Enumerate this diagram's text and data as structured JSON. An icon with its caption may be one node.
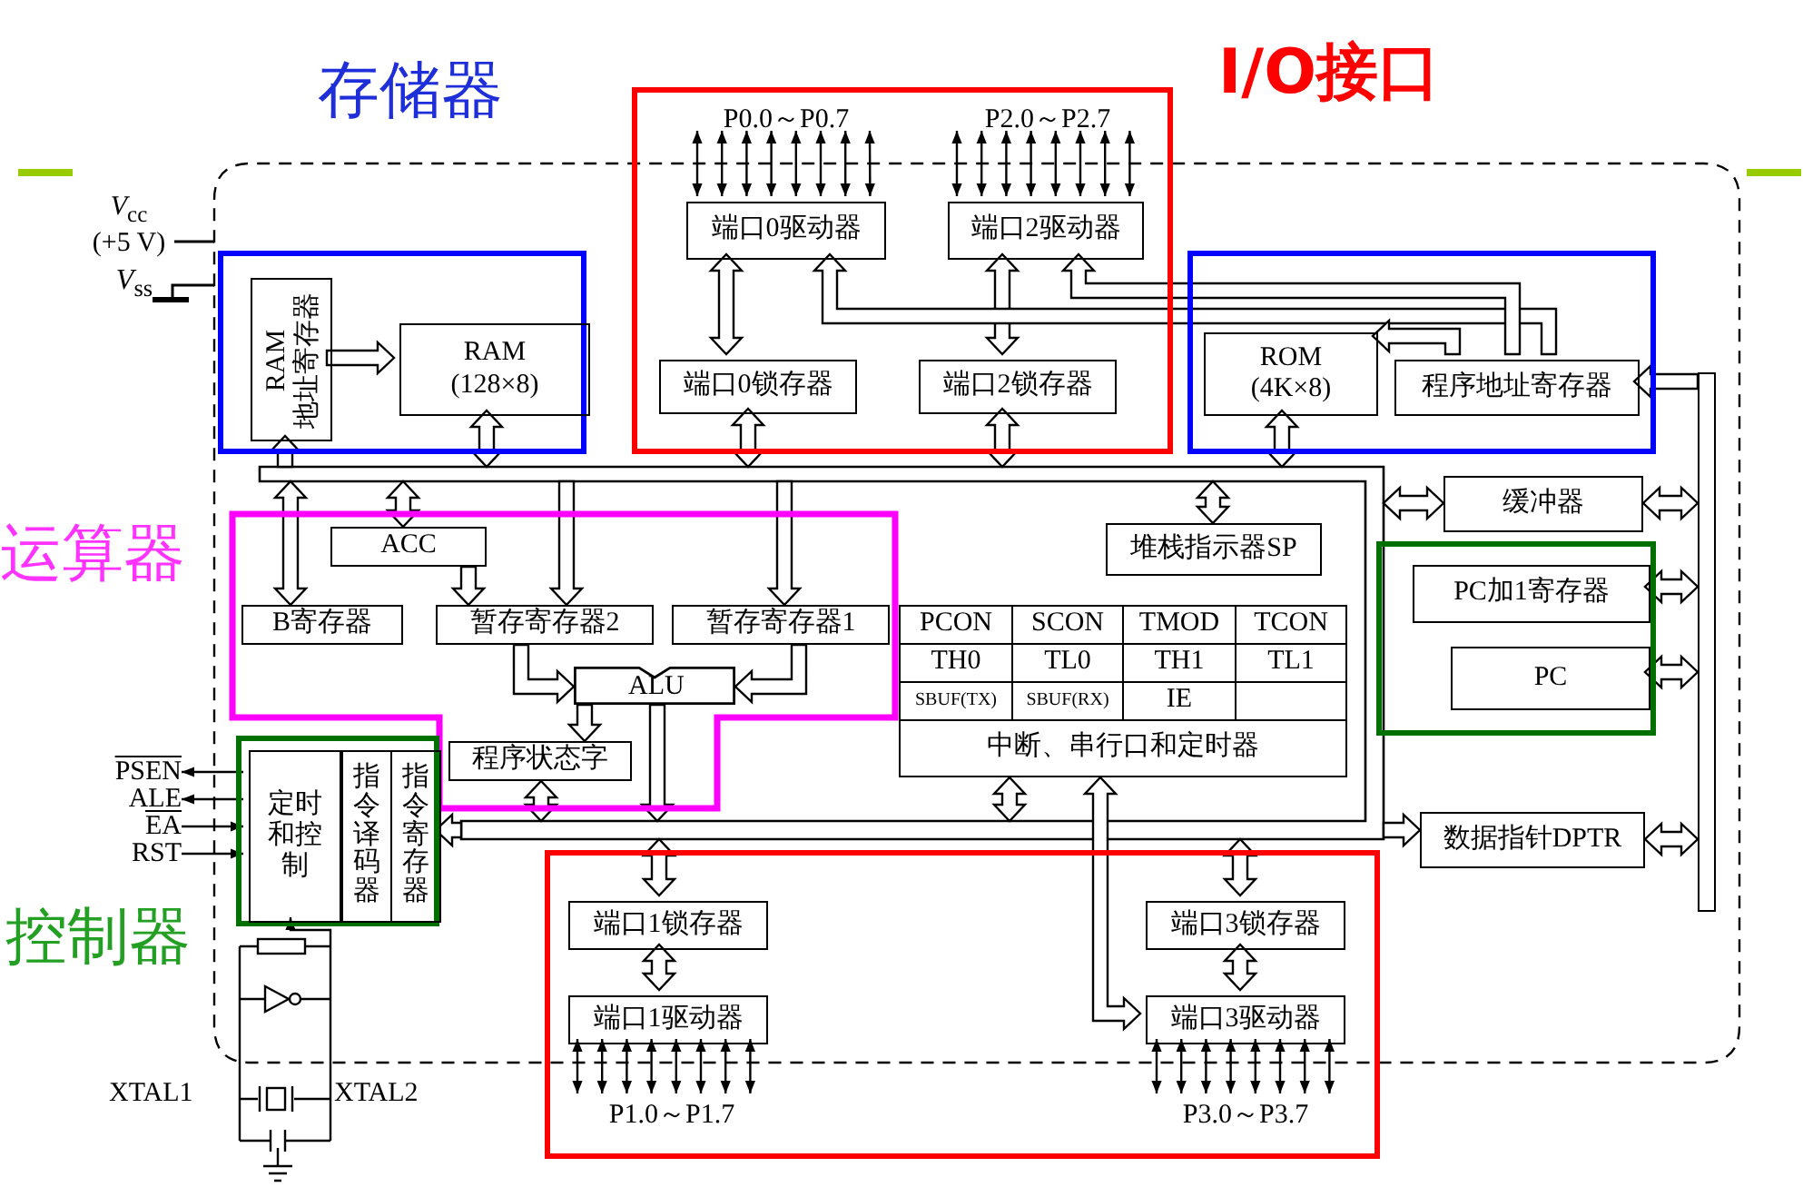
{
  "diagram": {
    "nodes": [
      {
        "text": [
          "存储器"
        ]
      },
      {
        "text": [
          "RAM 地址寄存器"
        ],
        "in": 0
      },
      {
        "text": [
          "RAM (128×8)"
        ],
        "in": 0
      },
      {
        "text": [
          "I/O接口"
        ]
      },
      {
        "text": [
          "端口0驱动器"
        ],
        "in": 3
      },
      {
        "text": [
          "端口2驱动器"
        ],
        "in": 3
      },
      {
        "text": [
          "端口0锁存器"
        ],
        "in": 3
      },
      {
        "text": [
          "端口2锁存器"
        ],
        "in": 3
      },
      {
        "text": [],
        "shape": "box"
      },
      {
        "text": [
          "ROM (4K×8)"
        ],
        "in": 8
      },
      {
        "text": [
          "程序地址寄存器"
        ],
        "in": 8
      },
      {
        "text": [
          "运算器"
        ]
      },
      {
        "text": [
          "ACC"
        ],
        "in": 11
      },
      {
        "text": [
          "B寄存器"
        ],
        "in": 11
      },
      {
        "text": [
          "暂存寄存器2"
        ],
        "in": 11
      },
      {
        "text": [
          "暂存寄存器1"
        ],
        "in": 11
      },
      {
        "text": [
          "ALU"
        ],
        "in": 11
      },
      {
        "text": [
          "程序状态字"
        ],
        "in": 11
      },
      {
        "text": [
          "堆栈指示器SP"
        ]
      },
      {
        "text": [
          "PCON",
          "SCON",
          "TMOD",
          "TCON",
          "TH0",
          "TL0",
          "TH1",
          "TL1",
          "SBUF(TX)",
          "SBUF(RX)",
          "IE",
          "中断、串行口和定时器"
        ]
      },
      {
        "text": [
          "缓冲器"
        ]
      },
      {
        "text": [],
        "shape": "box"
      },
      {
        "text": [
          "PC加1寄存器"
        ],
        "in": 21
      },
      {
        "text": [
          "PC"
        ],
        "in": 21
      },
      {
        "text": [
          "数据指针DPTR"
        ]
      },
      {
        "text": [
          "控制器"
        ]
      },
      {
        "text": [
          "定时和控制"
        ],
        "in": 25
      },
      {
        "text": [
          "指令译码器"
        ],
        "in": 25
      },
      {
        "text": [
          "指令寄存器"
        ],
        "in": 25
      },
      {
        "text": [],
        "shape": "box"
      },
      {
        "text": [
          "端口1锁存器"
        ],
        "in": 29
      },
      {
        "text": [
          "端口1驱动器"
        ],
        "in": 29
      },
      {
        "text": [
          "端口3锁存器"
        ],
        "in": 29
      },
      {
        "text": [
          "端口3驱动器"
        ],
        "in": 29
      },
      {
        "text": [
          "PSEN"
        ]
      },
      {
        "text": [
          "ALE"
        ]
      },
      {
        "text": [
          "EA"
        ]
      },
      {
        "text": [
          "RST"
        ]
      },
      {
        "text": [],
        "shape": "bar"
      },
      {
        "text": [],
        "shape": "bar"
      },
      {
        "text": [
          "P0.0～P0.7"
        ],
        "in": 3
      },
      {
        "text": [
          "P2.0～P2.7"
        ],
        "in": 3
      },
      {
        "text": [
          "P1.0～P1.7"
        ],
        "in": 29
      },
      {
        "text": [
          "P3.0～P3.7"
        ],
        "in": 29
      },
      {
        "text": [],
        "shape": "picture"
      }
    ],
    "edges": [
      {
        "from": 1,
        "to": 2,
        "arrow": "to"
      },
      {
        "from": 2,
        "to": 38,
        "arrow": "both"
      },
      {
        "from": 38,
        "to": 1,
        "arrow": "to"
      },
      {
        "from": 4,
        "to": 6,
        "arrow": "both"
      },
      {
        "from": 5,
        "to": 7,
        "arrow": "both"
      },
      {
        "from": 6,
        "to": 38,
        "arrow": "both"
      },
      {
        "from": 7,
        "to": 38,
        "arrow": "both"
      },
      {
        "from": 10,
        "to": 4,
        "arrow": "to"
      },
      {
        "from": 10,
        "to": 5,
        "arrow": "to"
      },
      {
        "from": 10,
        "to": 9,
        "arrow": "to"
      },
      {
        "from": 9,
        "to": 38,
        "arrow": "both"
      },
      {
        "from": 38,
        "to": 12,
        "arrow": "both"
      },
      {
        "from": 38,
        "to": 13,
        "arrow": "both"
      },
      {
        "from": 12,
        "to": 14,
        "arrow": "to"
      },
      {
        "from": 38,
        "to": 14,
        "arrow": "to"
      },
      {
        "from": 38,
        "to": 15,
        "arrow": "to"
      },
      {
        "from": 14,
        "to": 16,
        "arrow": "to"
      },
      {
        "from": 15,
        "to": 16,
        "arrow": "to"
      },
      {
        "from": 16,
        "to": 17,
        "arrow": "to"
      },
      {
        "from": 16,
        "to": 38,
        "arrow": "to"
      },
      {
        "from": 17,
        "to": 38,
        "arrow": "both"
      },
      {
        "from": 38,
        "to": 18,
        "arrow": "both"
      },
      {
        "from": 19,
        "to": 38,
        "arrow": "both"
      },
      {
        "from": 33,
        "to": 19,
        "arrow": "both"
      },
      {
        "from": 38,
        "to": 20,
        "arrow": "both"
      },
      {
        "from": 20,
        "to": 39,
        "arrow": "both"
      },
      {
        "from": 22,
        "to": 39,
        "arrow": "both"
      },
      {
        "from": 23,
        "to": 39,
        "arrow": "both"
      },
      {
        "from": 38,
        "to": 24,
        "arrow": "to"
      },
      {
        "from": 24,
        "to": 39,
        "arrow": "both"
      },
      {
        "from": 39,
        "to": 10,
        "arrow": "to"
      },
      {
        "from": 38,
        "to": 28,
        "arrow": "to"
      },
      {
        "from": 38,
        "to": 30,
        "arrow": "both"
      },
      {
        "from": 30,
        "to": 31,
        "arrow": "both"
      },
      {
        "from": 38,
        "to": 32,
        "arrow": "both"
      },
      {
        "from": 32,
        "to": 33,
        "arrow": "both"
      },
      {
        "from": 4,
        "to": 40,
        "arrow": "both"
      },
      {
        "from": 4,
        "to": 40,
        "arrow": "both"
      },
      {
        "from": 4,
        "to": 40,
        "arrow": "both"
      },
      {
        "from": 4,
        "to": 40,
        "arrow": "both"
      },
      {
        "from": 4,
        "to": 40,
        "arrow": "both"
      },
      {
        "from": 4,
        "to": 40,
        "arrow": "both"
      },
      {
        "from": 4,
        "to": 40,
        "arrow": "both"
      },
      {
        "from": 4,
        "to": 40,
        "arrow": "both"
      },
      {
        "from": 5,
        "to": 41,
        "arrow": "both"
      },
      {
        "from": 5,
        "to": 41,
        "arrow": "both"
      },
      {
        "from": 5,
        "to": 41,
        "arrow": "both"
      },
      {
        "from": 5,
        "to": 41,
        "arrow": "both"
      },
      {
        "from": 5,
        "to": 41,
        "arrow": "both"
      },
      {
        "from": 5,
        "to": 41,
        "arrow": "both"
      },
      {
        "from": 5,
        "to": 41,
        "arrow": "both"
      },
      {
        "from": 5,
        "to": 41,
        "arrow": "both"
      },
      {
        "from": 31,
        "to": 42,
        "arrow": "both"
      },
      {
        "from": 31,
        "to": 42,
        "arrow": "both"
      },
      {
        "from": 31,
        "to": 42,
        "arrow": "both"
      },
      {
        "from": 31,
        "to": 42,
        "arrow": "both"
      },
      {
        "from": 31,
        "to": 42,
        "arrow": "both"
      },
      {
        "from": 31,
        "to": 42,
        "arrow": "both"
      },
      {
        "from": 31,
        "to": 42,
        "arrow": "both"
      },
      {
        "from": 31,
        "to": 42,
        "arrow": "both"
      },
      {
        "from": 33,
        "to": 43,
        "arrow": "both"
      },
      {
        "from": 33,
        "to": 43,
        "arrow": "both"
      },
      {
        "from": 33,
        "to": 43,
        "arrow": "both"
      },
      {
        "from": 33,
        "to": 43,
        "arrow": "both"
      },
      {
        "from": 33,
        "to": 43,
        "arrow": "both"
      },
      {
        "from": 33,
        "to": 43,
        "arrow": "both"
      },
      {
        "from": 33,
        "to": 43,
        "arrow": "both"
      },
      {
        "from": 33,
        "to": 43,
        "arrow": "both"
      },
      {
        "from": 26,
        "to": 34,
        "arrow": "to"
      },
      {
        "from": 26,
        "to": 35,
        "arrow": "to"
      },
      {
        "from": 36,
        "to": 26,
        "arrow": "to"
      },
      {
        "from": 37,
        "to": 26,
        "arrow": "to"
      },
      {
        "from": 44,
        "to": 26,
        "arrow": "to"
      }
    ],
    "labels": [
      "*V*$_{cc}$ (+5 V)",
      "*V*$_{ss}$",
      "XTAL1",
      "XTAL2"
    ]
  }
}
